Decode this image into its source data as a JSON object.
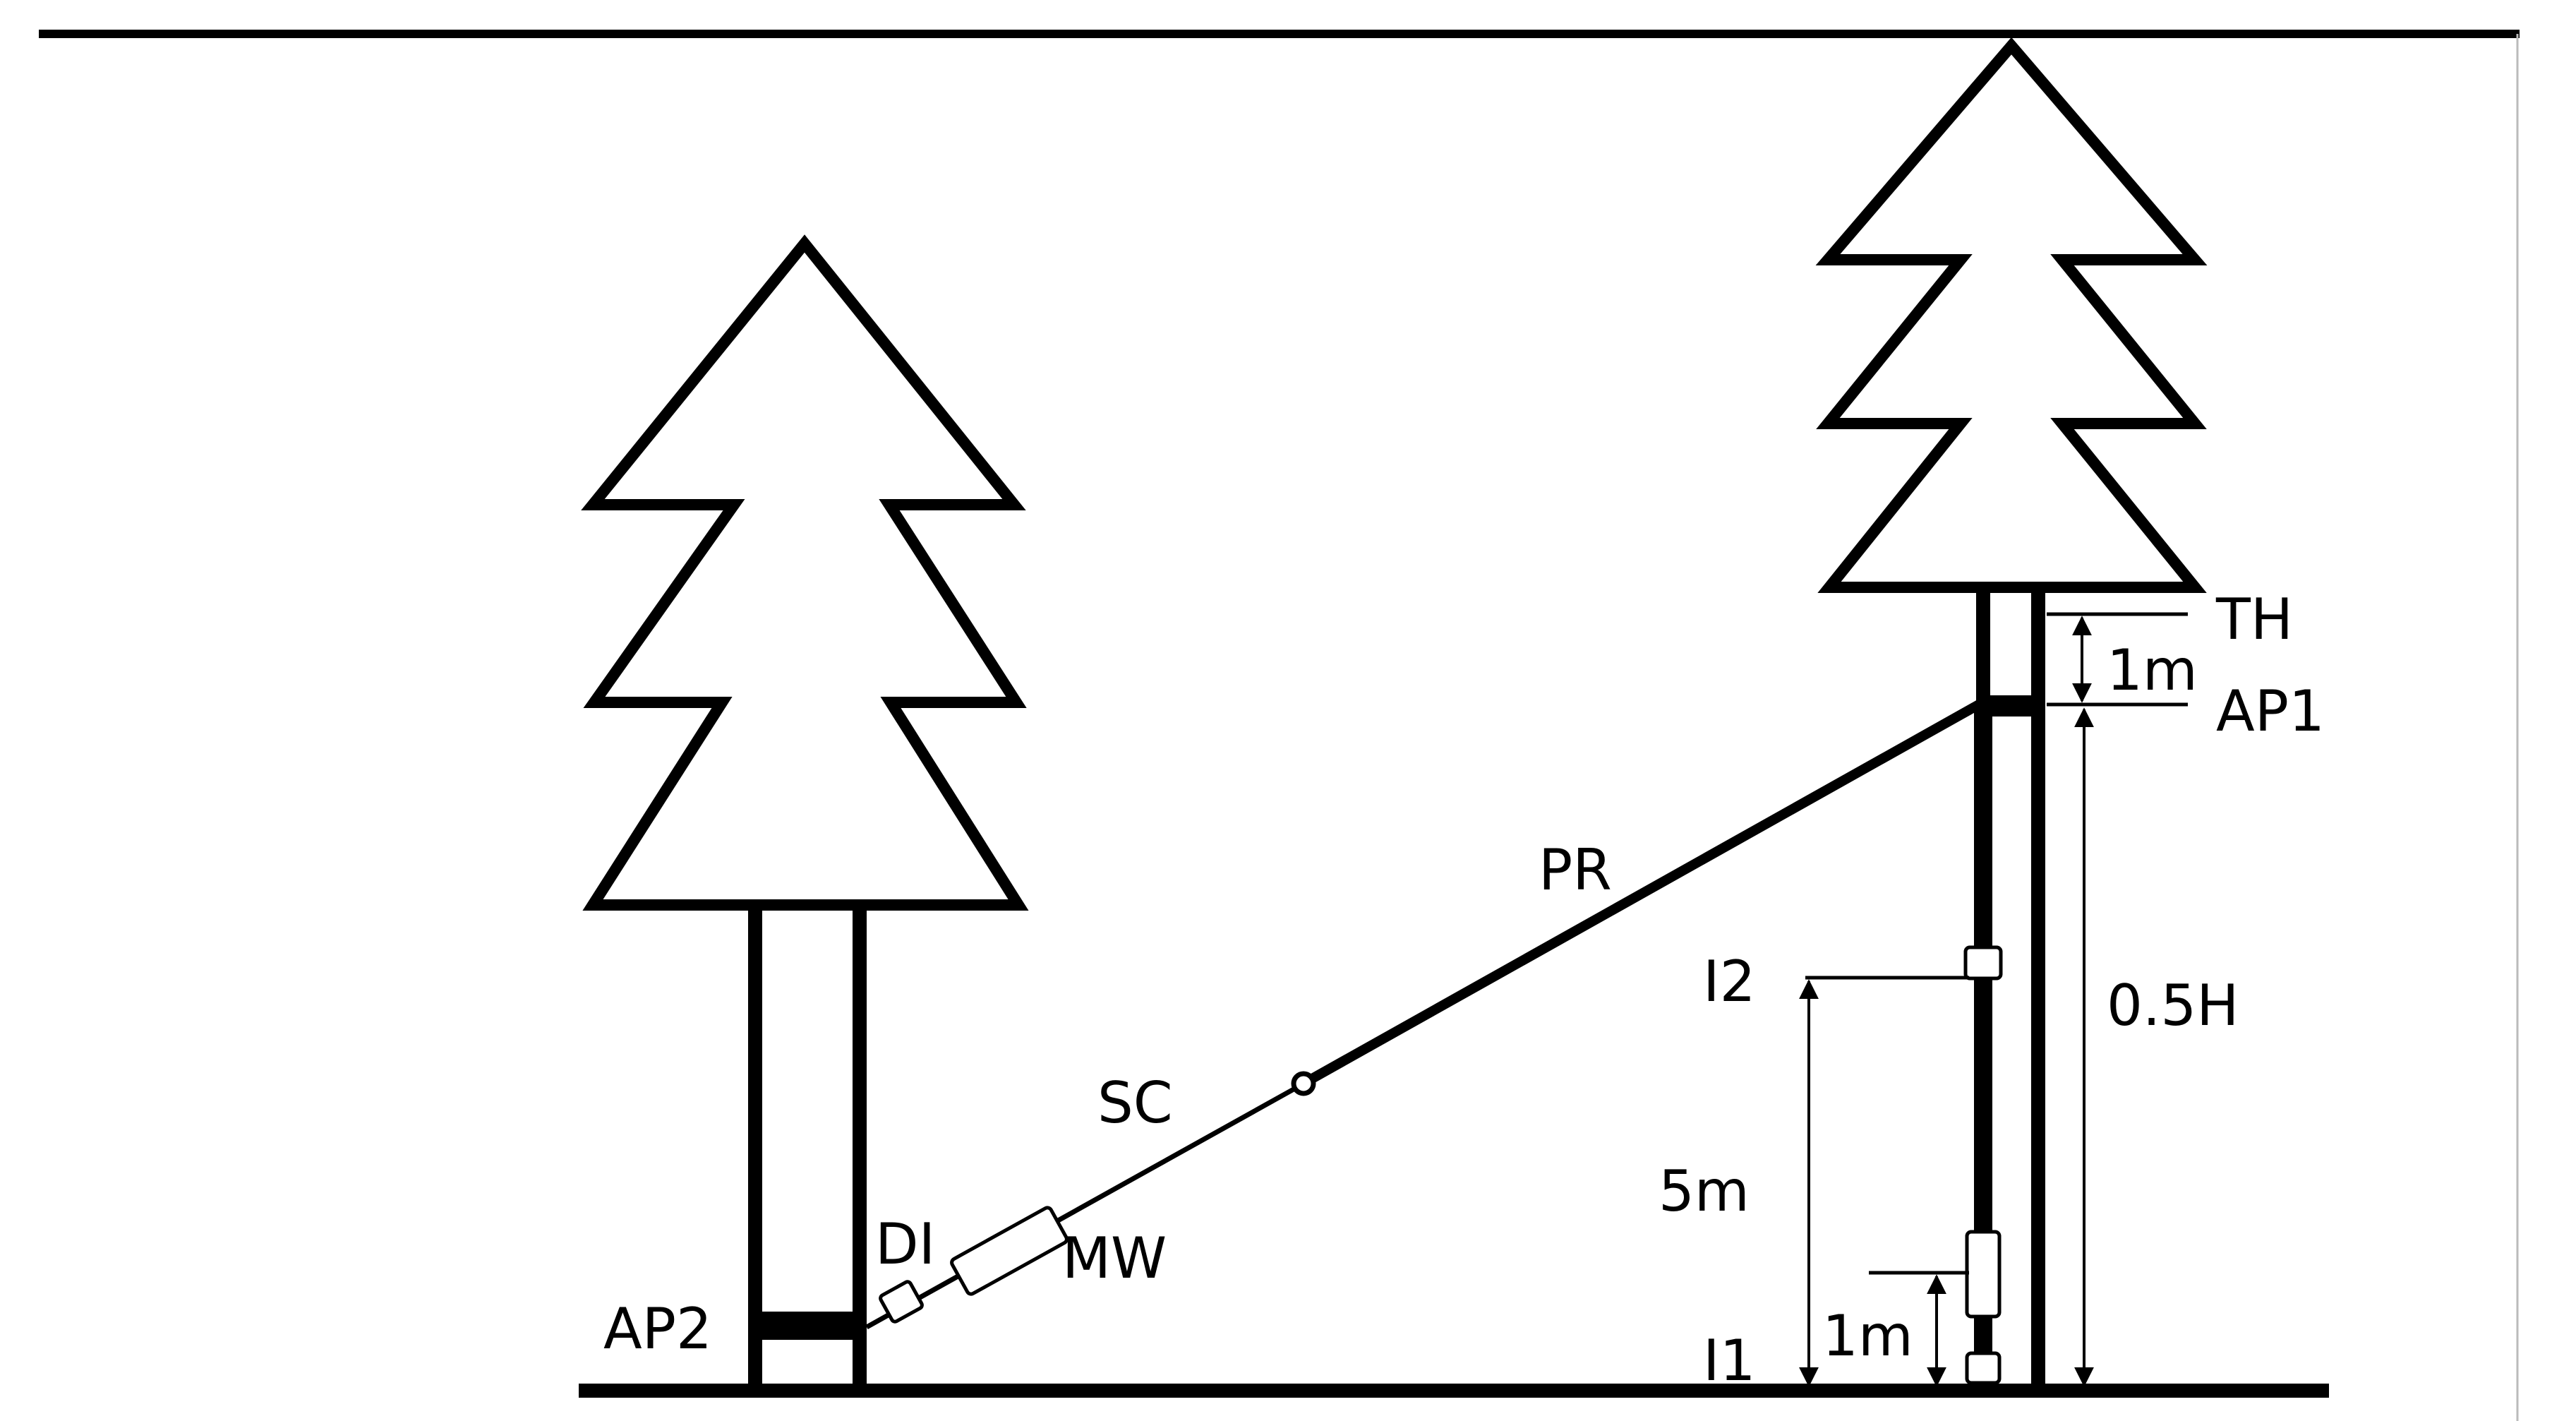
{
  "labels": {
    "th": "TH",
    "ap1": "AP1",
    "one_m_top": "1m",
    "pr": "PR",
    "i2": "I2",
    "half_h": "0.5H",
    "sc": "SC",
    "five_m": "5m",
    "di": "DI",
    "mw": "MW",
    "ap2": "AP2",
    "one_m_bottom": "1m",
    "i1": "I1"
  }
}
